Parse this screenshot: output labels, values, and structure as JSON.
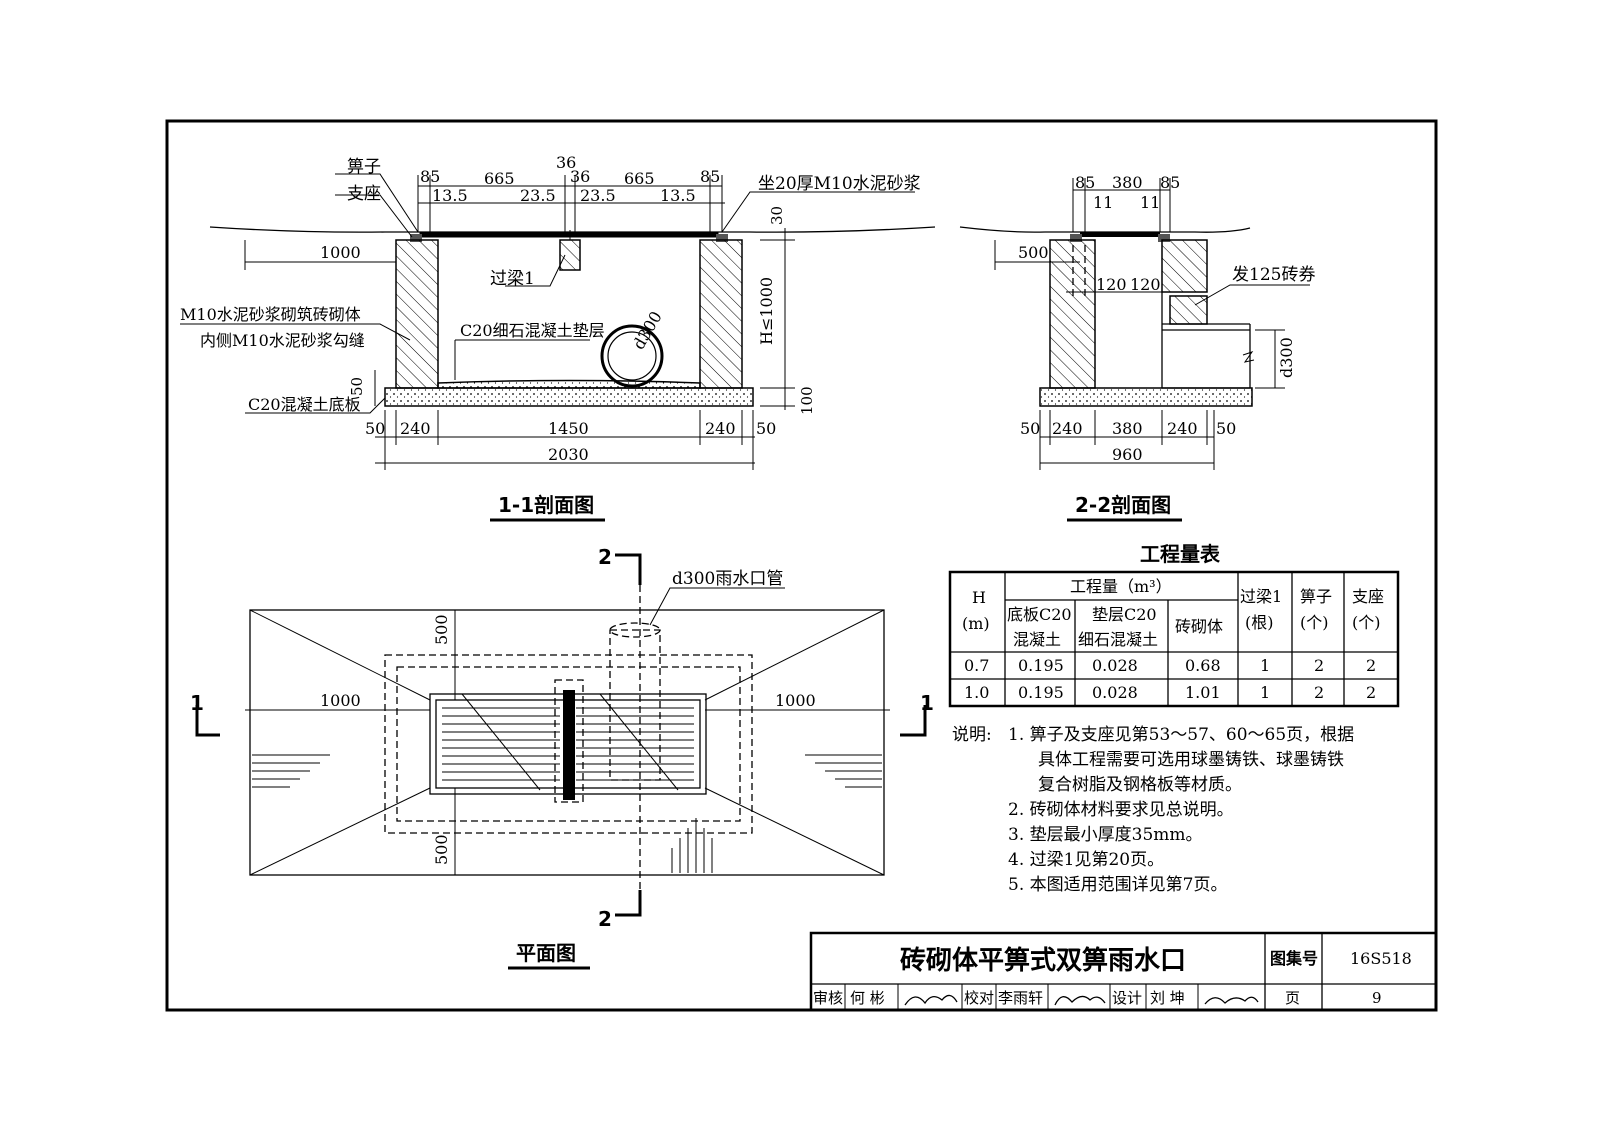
{
  "titles": {
    "section11": "1-1剖面图",
    "section22": "2-2剖面图",
    "plan": "平面图",
    "table": "工程量表"
  },
  "section11": {
    "grate": "箅子",
    "seat": "支座",
    "mortar_bed": "坐20厚M10水泥砂浆",
    "lintel": "过梁1",
    "masonry_1": "M10水泥砂浆砌筑砖砌体",
    "masonry_2": "内侧M10水泥砂浆勾缝",
    "cushion": "C20细石混凝土垫层",
    "base": "C20混凝土底板",
    "pipe": "d300",
    "height": "H≤1000",
    "dims_top": [
      "85",
      "665",
      "36",
      "36",
      "665",
      "85"
    ],
    "dims_top2": [
      "13.5",
      "23.5",
      "23.5",
      "13.5"
    ],
    "dim_30": "30",
    "dim_1000": "1000",
    "dim_50": "50",
    "dim_100": "100",
    "dims_bottom": [
      "50",
      "240",
      "1450",
      "240",
      "50"
    ],
    "total": "2030"
  },
  "section22": {
    "dims_top": [
      "85",
      "380",
      "85"
    ],
    "dims_top2": [
      "11",
      "11"
    ],
    "dim_500": "500",
    "dim_120a": "120",
    "dim_120b": "120",
    "arch": "发125砖券",
    "pipe": "d300",
    "dims_bottom": [
      "50",
      "240",
      "380",
      "240",
      "50"
    ],
    "total": "960"
  },
  "plan": {
    "pipe_label": "d300雨水口管",
    "dim_500_top": "500",
    "dim_500_bottom": "500",
    "dim_1000_left": "1000",
    "dim_1000_right": "1000",
    "cut1_left": "1",
    "cut1_right": "1",
    "cut2_top": "2",
    "cut2_bottom": "2"
  },
  "table": {
    "h_head": "H",
    "h_unit": "(m)",
    "group_head": "工程量（m³）",
    "col_base_1": "底板C20",
    "col_base_2": "混凝土",
    "col_cushion_1": "垫层C20",
    "col_cushion_2": "细石混凝土",
    "col_brick": "砖砌体",
    "col_lintel_1": "过梁1",
    "col_lintel_2": "(根)",
    "col_grate_1": "箅子",
    "col_grate_2": "(个)",
    "col_seat_1": "支座",
    "col_seat_2": "(个)",
    "rows": [
      [
        "0.7",
        "0.195",
        "0.028",
        "0.68",
        "1",
        "2",
        "2"
      ],
      [
        "1.0",
        "0.195",
        "0.028",
        "1.01",
        "1",
        "2",
        "2"
      ]
    ]
  },
  "notes": {
    "label": "说明:",
    "lines": [
      "1.  箅子及支座见第53～57、60～65页，根据",
      "具体工程需要可选用球墨铸铁、球墨铸铁",
      "复合树脂及钢格板等材质。",
      "2.  砖砌体材料要求见总说明。",
      "3.  垫层最小厚度35mm。",
      "4.  过梁1见第20页。",
      "5.  本图适用范围详见第7页。"
    ]
  },
  "titleblock": {
    "main_title": "砖砌体平箅式双箅雨水口",
    "atlas_label": "图集号",
    "atlas_no": "16S518",
    "review_label": "审核",
    "reviewer": "何  彬",
    "check_label": "校对",
    "checker": "李雨轩",
    "design_label": "设计",
    "designer": "刘  坤",
    "page_label": "页",
    "page_no": "9"
  }
}
